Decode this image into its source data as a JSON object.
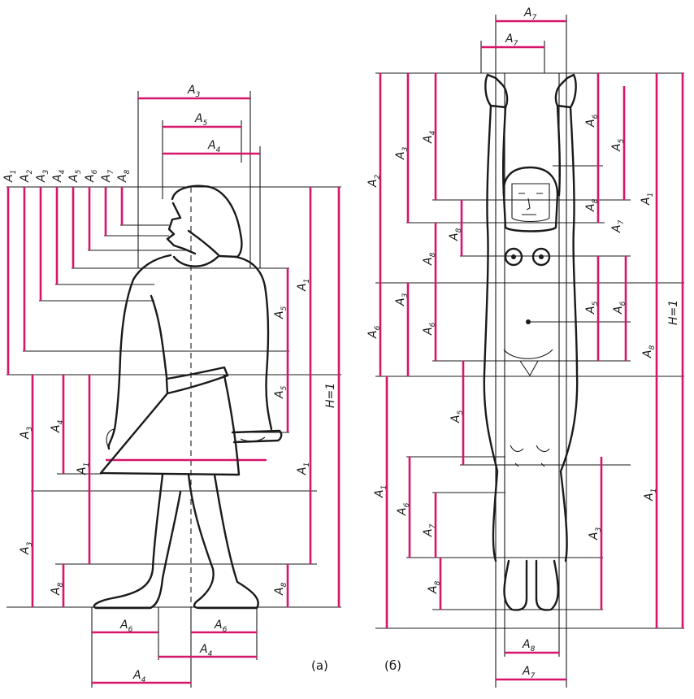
{
  "colors": {
    "accent": "#d6156b",
    "ink": "#1a1a1a"
  },
  "panel_a": {
    "caption": "(а)",
    "top_labels": [
      {
        "l": "A",
        "s": "1"
      },
      {
        "l": "A",
        "s": "2"
      },
      {
        "l": "A",
        "s": "3"
      },
      {
        "l": "A",
        "s": "4"
      },
      {
        "l": "A",
        "s": "5"
      },
      {
        "l": "A",
        "s": "6"
      },
      {
        "l": "A",
        "s": "7"
      },
      {
        "l": "A",
        "s": "8"
      }
    ],
    "height_label": "H=1",
    "labels": {
      "a3_top": {
        "l": "A",
        "s": "3"
      },
      "a5_top": {
        "l": "A",
        "s": "5"
      },
      "a4_top": {
        "l": "A",
        "s": "4"
      },
      "a1_right": {
        "l": "A",
        "s": "1"
      },
      "a5_r1": {
        "l": "A",
        "s": "5"
      },
      "a5_r2": {
        "l": "A",
        "s": "5"
      },
      "a1_r2": {
        "l": "A",
        "s": "1"
      },
      "a8_r": {
        "l": "A",
        "s": "8"
      },
      "a3_l1": {
        "l": "A",
        "s": "3"
      },
      "a4_l": {
        "l": "A",
        "s": "4"
      },
      "a1_l": {
        "l": "A",
        "s": "1"
      },
      "a3_l2": {
        "l": "A",
        "s": "3"
      },
      "a8_l": {
        "l": "A",
        "s": "8"
      },
      "a6_b1": {
        "l": "A",
        "s": "6"
      },
      "a6_b2": {
        "l": "A",
        "s": "6"
      },
      "a4_b1": {
        "l": "A",
        "s": "4"
      },
      "a4_b2": {
        "l": "A",
        "s": "4"
      }
    }
  },
  "panel_b": {
    "caption": "(б)",
    "height_label": "H=1",
    "labels": {
      "a7_t1": {
        "l": "A",
        "s": "7"
      },
      "a7_t2": {
        "l": "A",
        "s": "7"
      },
      "a8_b": {
        "l": "A",
        "s": "8"
      },
      "a7_b": {
        "l": "A",
        "s": "7"
      },
      "a2": {
        "l": "A",
        "s": "2"
      },
      "a3_1": {
        "l": "A",
        "s": "3"
      },
      "a4": {
        "l": "A",
        "s": "4"
      },
      "a8_1": {
        "l": "A",
        "s": "8"
      },
      "a8_2": {
        "l": "A",
        "s": "8"
      },
      "a3_2": {
        "l": "A",
        "s": "3"
      },
      "a6_1": {
        "l": "A",
        "s": "6"
      },
      "a6_2": {
        "l": "A",
        "s": "6"
      },
      "a5_1": {
        "l": "A",
        "s": "5"
      },
      "a1_l": {
        "l": "A",
        "s": "1"
      },
      "a6_3": {
        "l": "A",
        "s": "6"
      },
      "a7_1": {
        "l": "A",
        "s": "7"
      },
      "a8_3": {
        "l": "A",
        "s": "8"
      },
      "r_a6": {
        "l": "A",
        "s": "6"
      },
      "r_a5": {
        "l": "A",
        "s": "5"
      },
      "r_a1": {
        "l": "A",
        "s": "1"
      },
      "r_a8": {
        "l": "A",
        "s": "8"
      },
      "r_a7": {
        "l": "A",
        "s": "7"
      },
      "r_a5b": {
        "l": "A",
        "s": "5"
      },
      "r_a6b": {
        "l": "A",
        "s": "6"
      },
      "r_a8b": {
        "l": "A",
        "s": "8"
      },
      "r_a3": {
        "l": "A",
        "s": "3"
      },
      "r_a1b": {
        "l": "A",
        "s": "1"
      }
    }
  }
}
